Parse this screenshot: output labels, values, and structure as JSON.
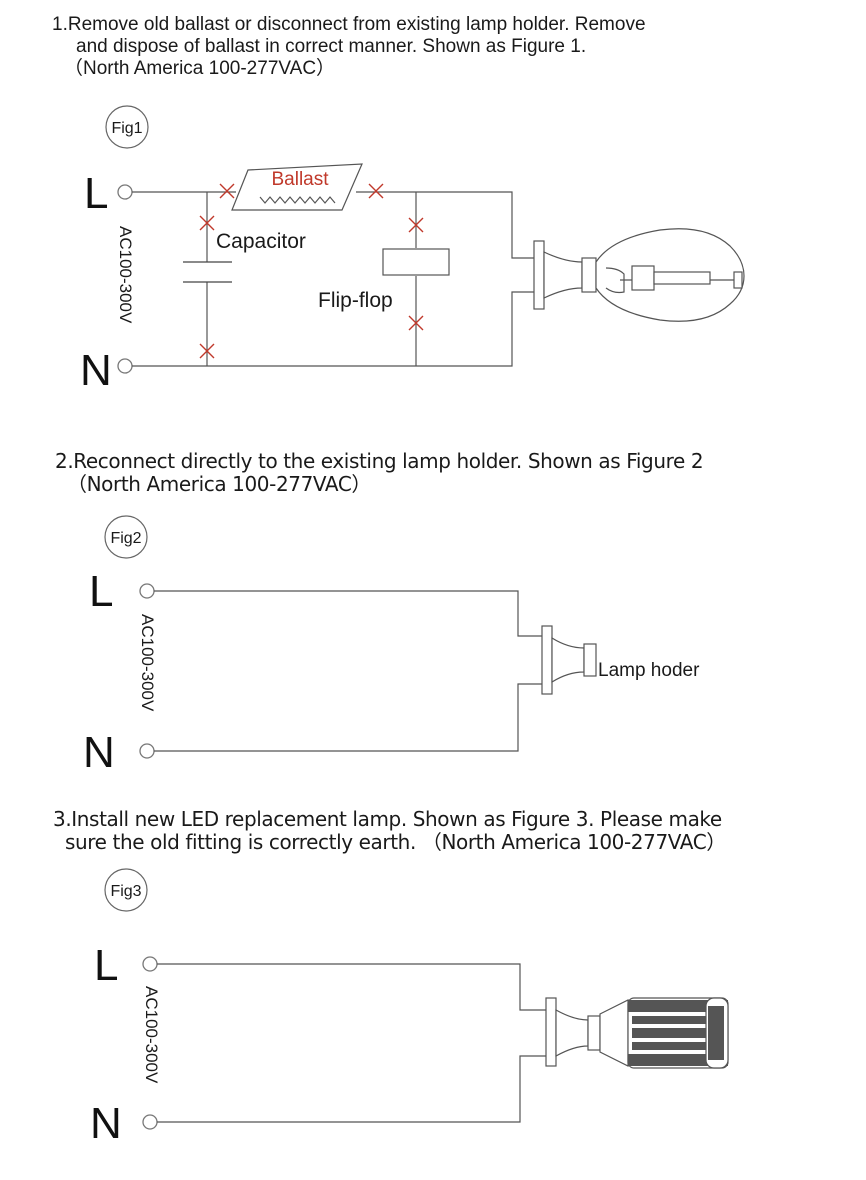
{
  "steps": [
    {
      "line1": "1.Remove old ballast or disconnect from existing lamp holder. Remove",
      "line2": "and dispose of ballast in correct manner. Shown as Figure 1.",
      "line3": "（North America 100-277VAC）"
    },
    {
      "line1": "2.Reconnect directly to the existing lamp holder. Shown as Figure 2",
      "line2": "（North America 100-277VAC）"
    },
    {
      "line1": "3.Install new LED replacement lamp. Shown as Figure 3. Please make",
      "line2": "sure the old fitting is correctly earth. （North America 100-277VAC）"
    }
  ],
  "figures": [
    {
      "badge": "Fig1",
      "live": "L",
      "neutral": "N",
      "voltage": "AC100-300V",
      "ballast": "Ballast",
      "capacitor": "Capacitor",
      "flipflop": "Flip-flop"
    },
    {
      "badge": "Fig2",
      "live": "L",
      "neutral": "N",
      "voltage": "AC100-300V",
      "holder": "Lamp hoder"
    },
    {
      "badge": "Fig3",
      "live": "L",
      "neutral": "N",
      "voltage": "AC100-300V"
    }
  ],
  "colors": {
    "ballast_text": "#c0392b",
    "line": "#555555",
    "cross": "#c0392b"
  }
}
